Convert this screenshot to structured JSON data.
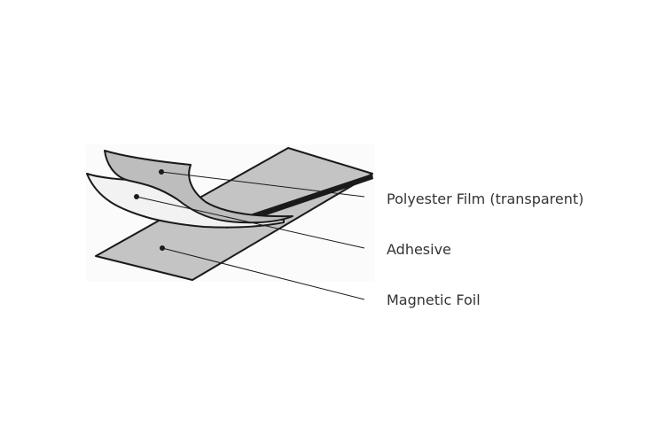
{
  "labels": {
    "polyester_film": "Polyester Film (transparent)",
    "adhesive": "Adhesive",
    "magnetic_foil": "Magnetic Foil"
  },
  "colors": {
    "outline": "#1a1a1a",
    "polyester_fill": "#bdbdbd",
    "adhesive_fill": "#f2f2f2",
    "magnetic_fill": "#c4c4c4",
    "backdrop": "#fbfbfb",
    "text": "#333333"
  }
}
